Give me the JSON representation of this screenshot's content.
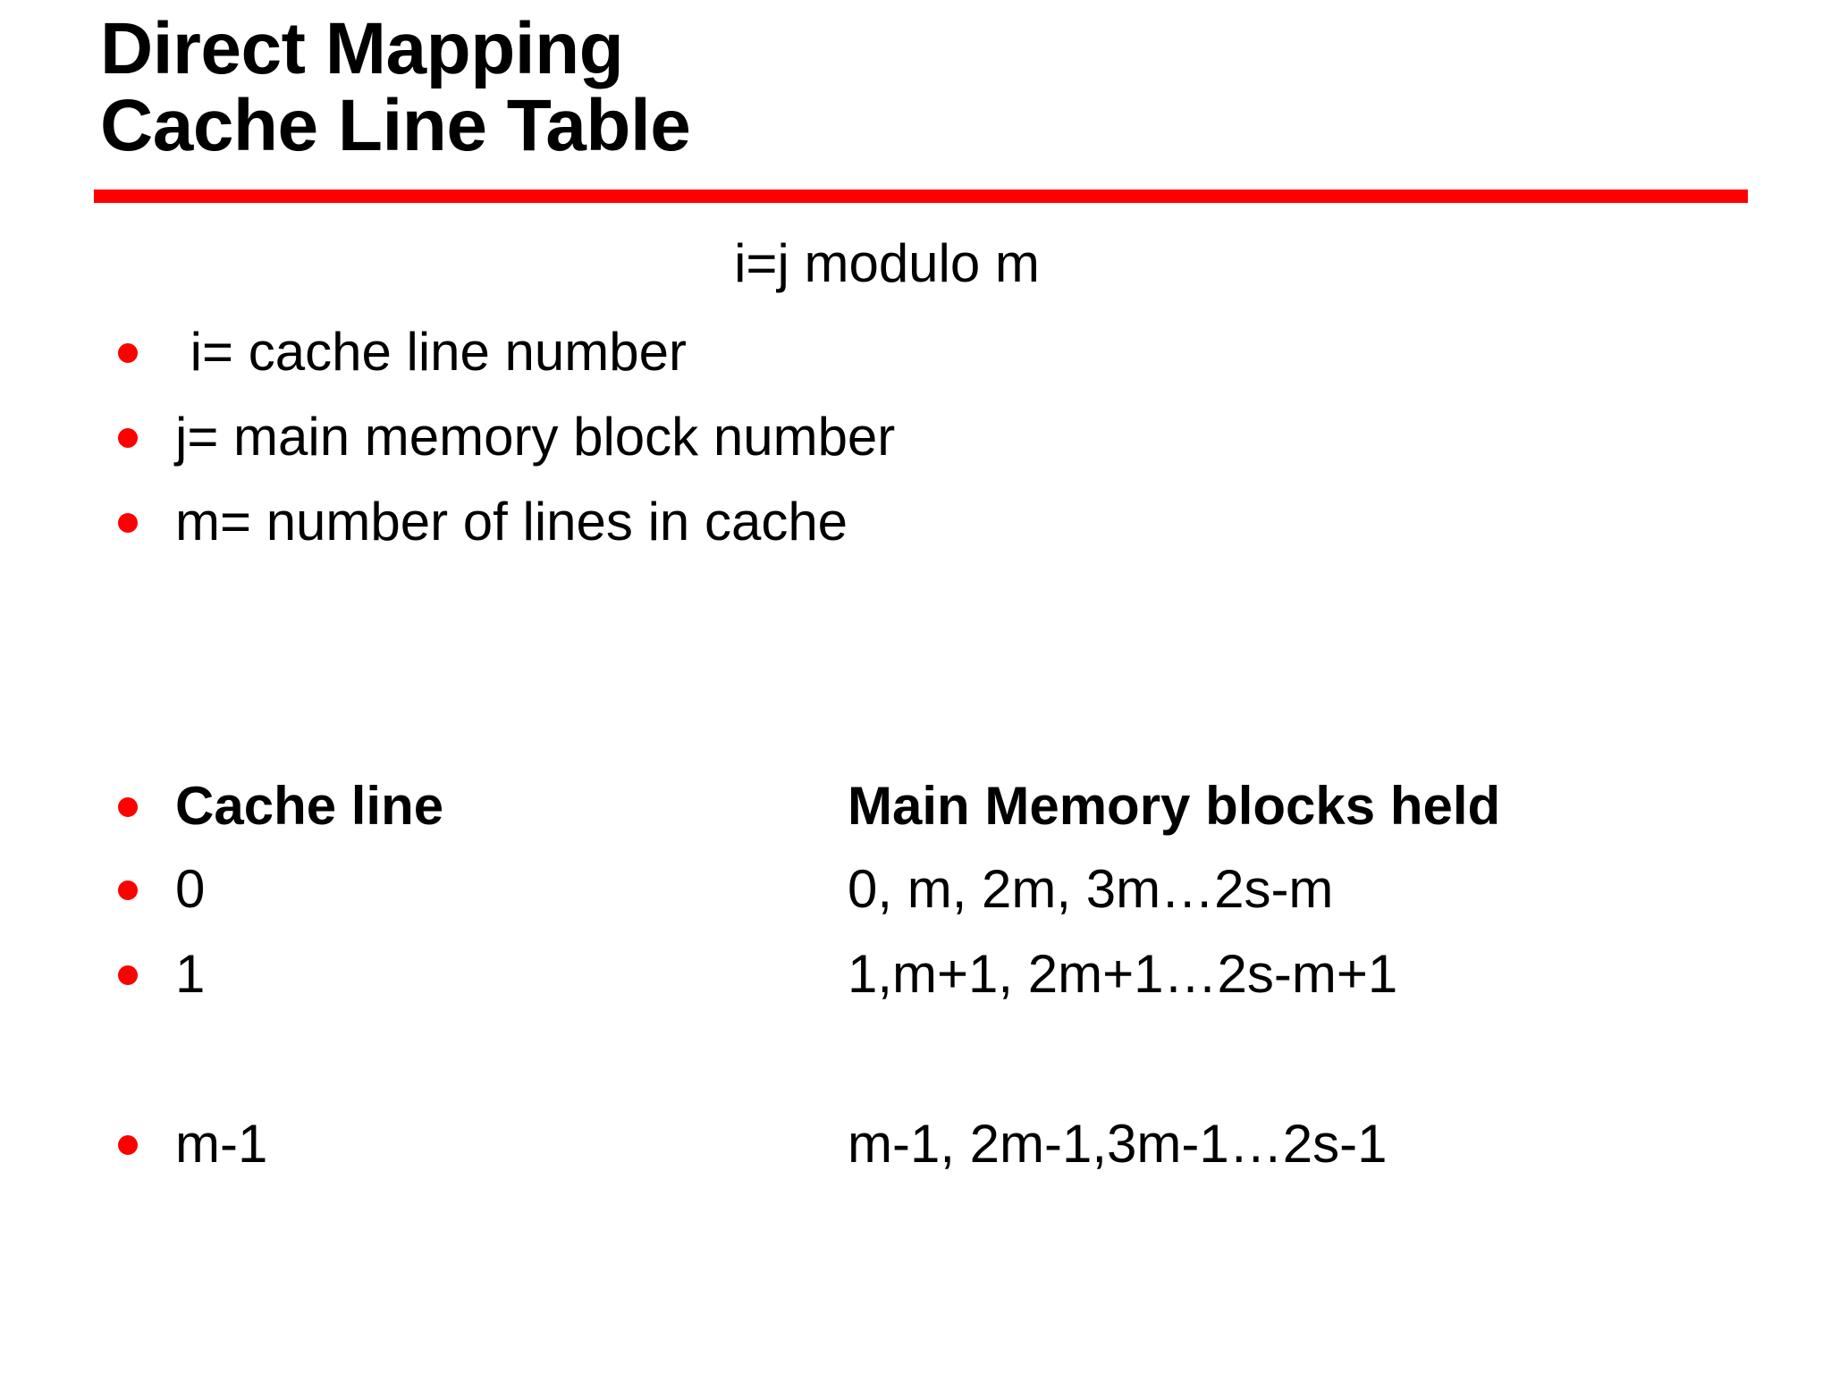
{
  "slide": {
    "title": "Direct Mapping\nCache Line Table",
    "rule_color": "#FF0000",
    "bullet_color": "#FF0000",
    "formula": "i=j modulo m",
    "definitions": [
      {
        "text": " i= cache line number"
      },
      {
        "text": "j= main memory block number"
      },
      {
        "text": "m= number of lines in cache"
      }
    ],
    "table": {
      "header": {
        "col1": "Cache line",
        "col2": "Main Memory blocks held"
      },
      "rows": [
        {
          "col1": "0",
          "col2": "0, m, 2m, 3m…2s-m"
        },
        {
          "col1": "1",
          "col2": "1,m+1, 2m+1…2s-m+1"
        },
        {
          "col1": "",
          "col2": ""
        },
        {
          "col1": "m-1",
          "col2": "m-1, 2m-1,3m-1…2s-1"
        }
      ]
    }
  }
}
